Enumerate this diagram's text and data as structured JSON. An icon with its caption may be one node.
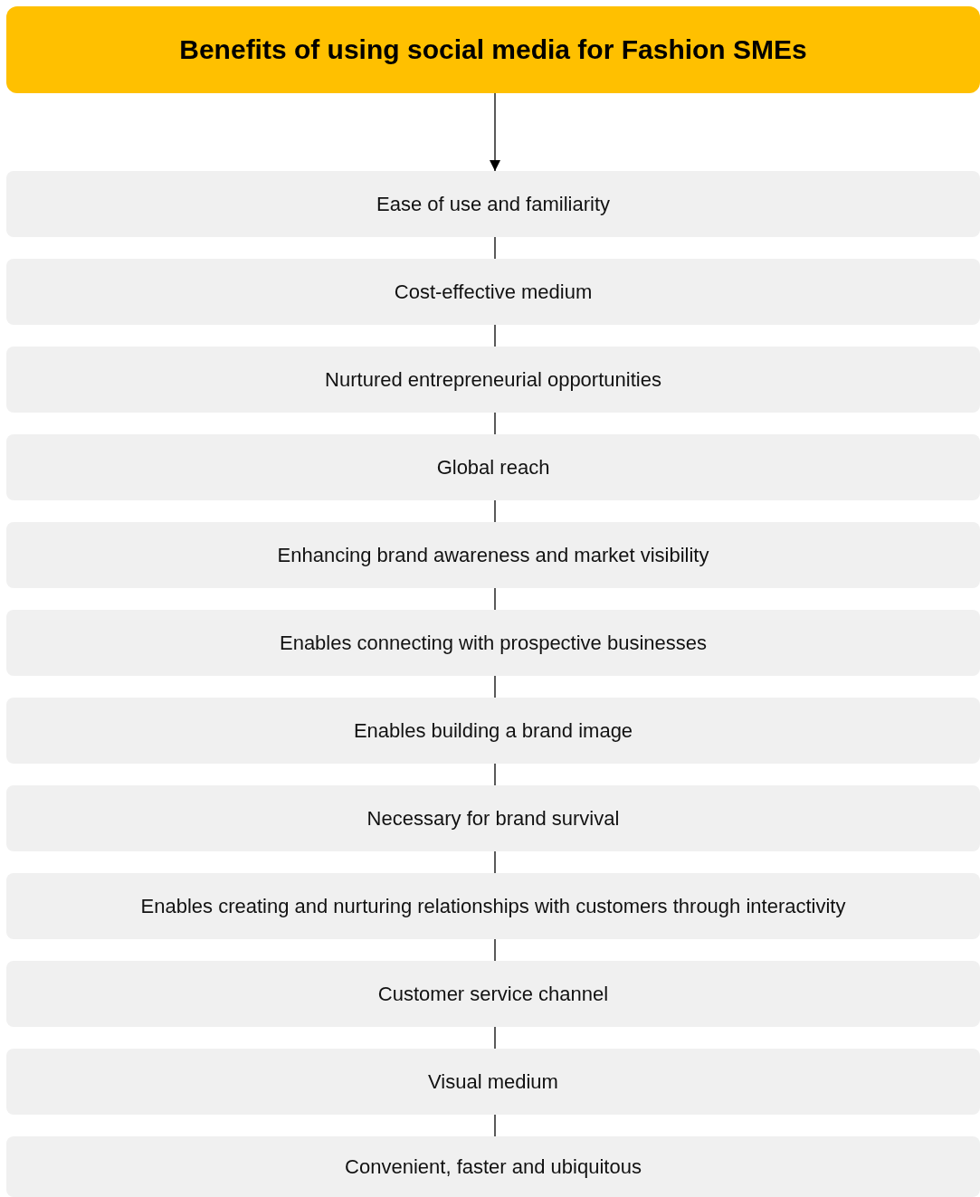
{
  "diagram": {
    "nodes": [
      {
        "text": [
          "Benefits of using social media for Fashion SMEs"
        ]
      },
      {
        "text": [
          "Ease of use and familiarity"
        ]
      },
      {
        "text": [
          "Cost-effective medium"
        ]
      },
      {
        "text": [
          "Nurtured entrepreneurial opportunities"
        ]
      },
      {
        "text": [
          "Global reach"
        ]
      },
      {
        "text": [
          "Enhancing brand awareness and market visibility"
        ]
      },
      {
        "text": [
          "Enables connecting with prospective businesses"
        ]
      },
      {
        "text": [
          "Enables building a brand image"
        ]
      },
      {
        "text": [
          "Necessary for brand survival"
        ]
      },
      {
        "text": [
          "Enables creating and nurturing relationships with customers through interactivity"
        ]
      },
      {
        "text": [
          "Customer service channel"
        ]
      },
      {
        "text": [
          "Visual medium"
        ]
      },
      {
        "text": [
          "Convenient, faster and ubiquitous"
        ]
      }
    ],
    "edges": [
      {
        "from": 0,
        "to": 1,
        "arrow": "to"
      },
      {
        "from": 1,
        "to": 2,
        "arrow": "none"
      },
      {
        "from": 2,
        "to": 3,
        "arrow": "none"
      },
      {
        "from": 3,
        "to": 4,
        "arrow": "none"
      },
      {
        "from": 4,
        "to": 5,
        "arrow": "none"
      },
      {
        "from": 5,
        "to": 6,
        "arrow": "none"
      },
      {
        "from": 6,
        "to": 7,
        "arrow": "none"
      },
      {
        "from": 7,
        "to": 8,
        "arrow": "none"
      },
      {
        "from": 8,
        "to": 9,
        "arrow": "none"
      },
      {
        "from": 9,
        "to": 10,
        "arrow": "none"
      },
      {
        "from": 10,
        "to": 11,
        "arrow": "none"
      },
      {
        "from": 11,
        "to": 12,
        "arrow": "none"
      }
    ]
  }
}
